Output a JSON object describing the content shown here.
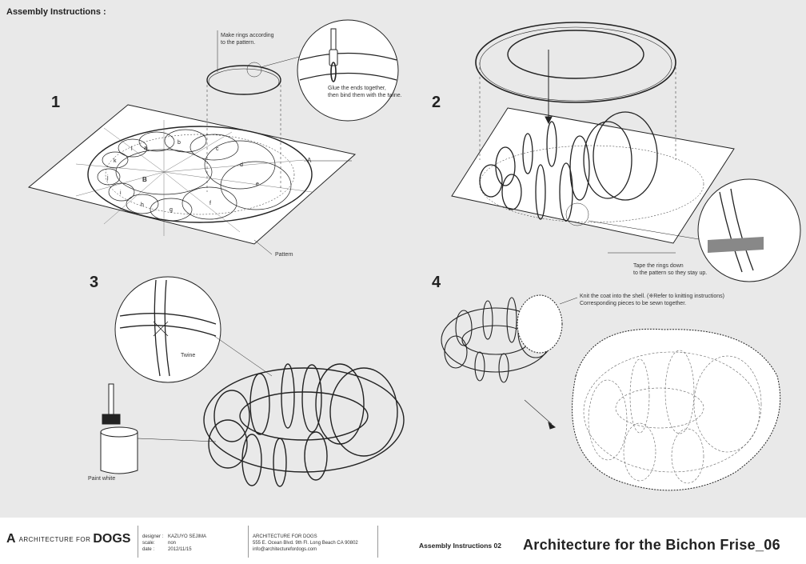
{
  "header": {
    "title": "Assembly Instructions :"
  },
  "steps": [
    "1",
    "2",
    "3",
    "4"
  ],
  "notes": {
    "make_rings": "Make rings according\nto the pattern.",
    "glue_ends": "Glue the ends together,\nthen bind them with the twine.",
    "pattern": "Pattern",
    "pattern_ring": "A",
    "pattern_center": "B",
    "pattern_letters": [
      "a",
      "b",
      "c",
      "d",
      "e",
      "f",
      "g",
      "h",
      "i",
      "j",
      "k",
      "l"
    ],
    "tape_rings": "Tape the rings down\nto the pattern so they stay up.",
    "twine": "Twine",
    "paint_white": "Paint white",
    "knit_coat": "Knit the coat into the shell. (※Refer to knitting instructions)\nCorresponding pieces to be sewn together."
  },
  "footer": {
    "logo_mark": "A",
    "logo_small": "ARCHITECTURE FOR",
    "logo_big": "DOGS",
    "designer_label": "designer :",
    "designer_value": "KAZUYO SEJIMA",
    "scale_label": "scale:",
    "scale_value": "non",
    "date_label": "date :",
    "date_value": "2012/11/15",
    "org_name": "ARCHITECTURE FOR DOGS",
    "org_address": "555 E. Ocean Blvd. 9th Fl. Long Beach CA 90802",
    "org_email": "info@architecturefordogs.com",
    "page_label": "Assembly Instructions 02",
    "page_title": "Architecture for the Bichon Frise_06"
  },
  "colors": {
    "background": "#e9e9e9",
    "line": "#222222",
    "footer_bg": "#ffffff"
  }
}
